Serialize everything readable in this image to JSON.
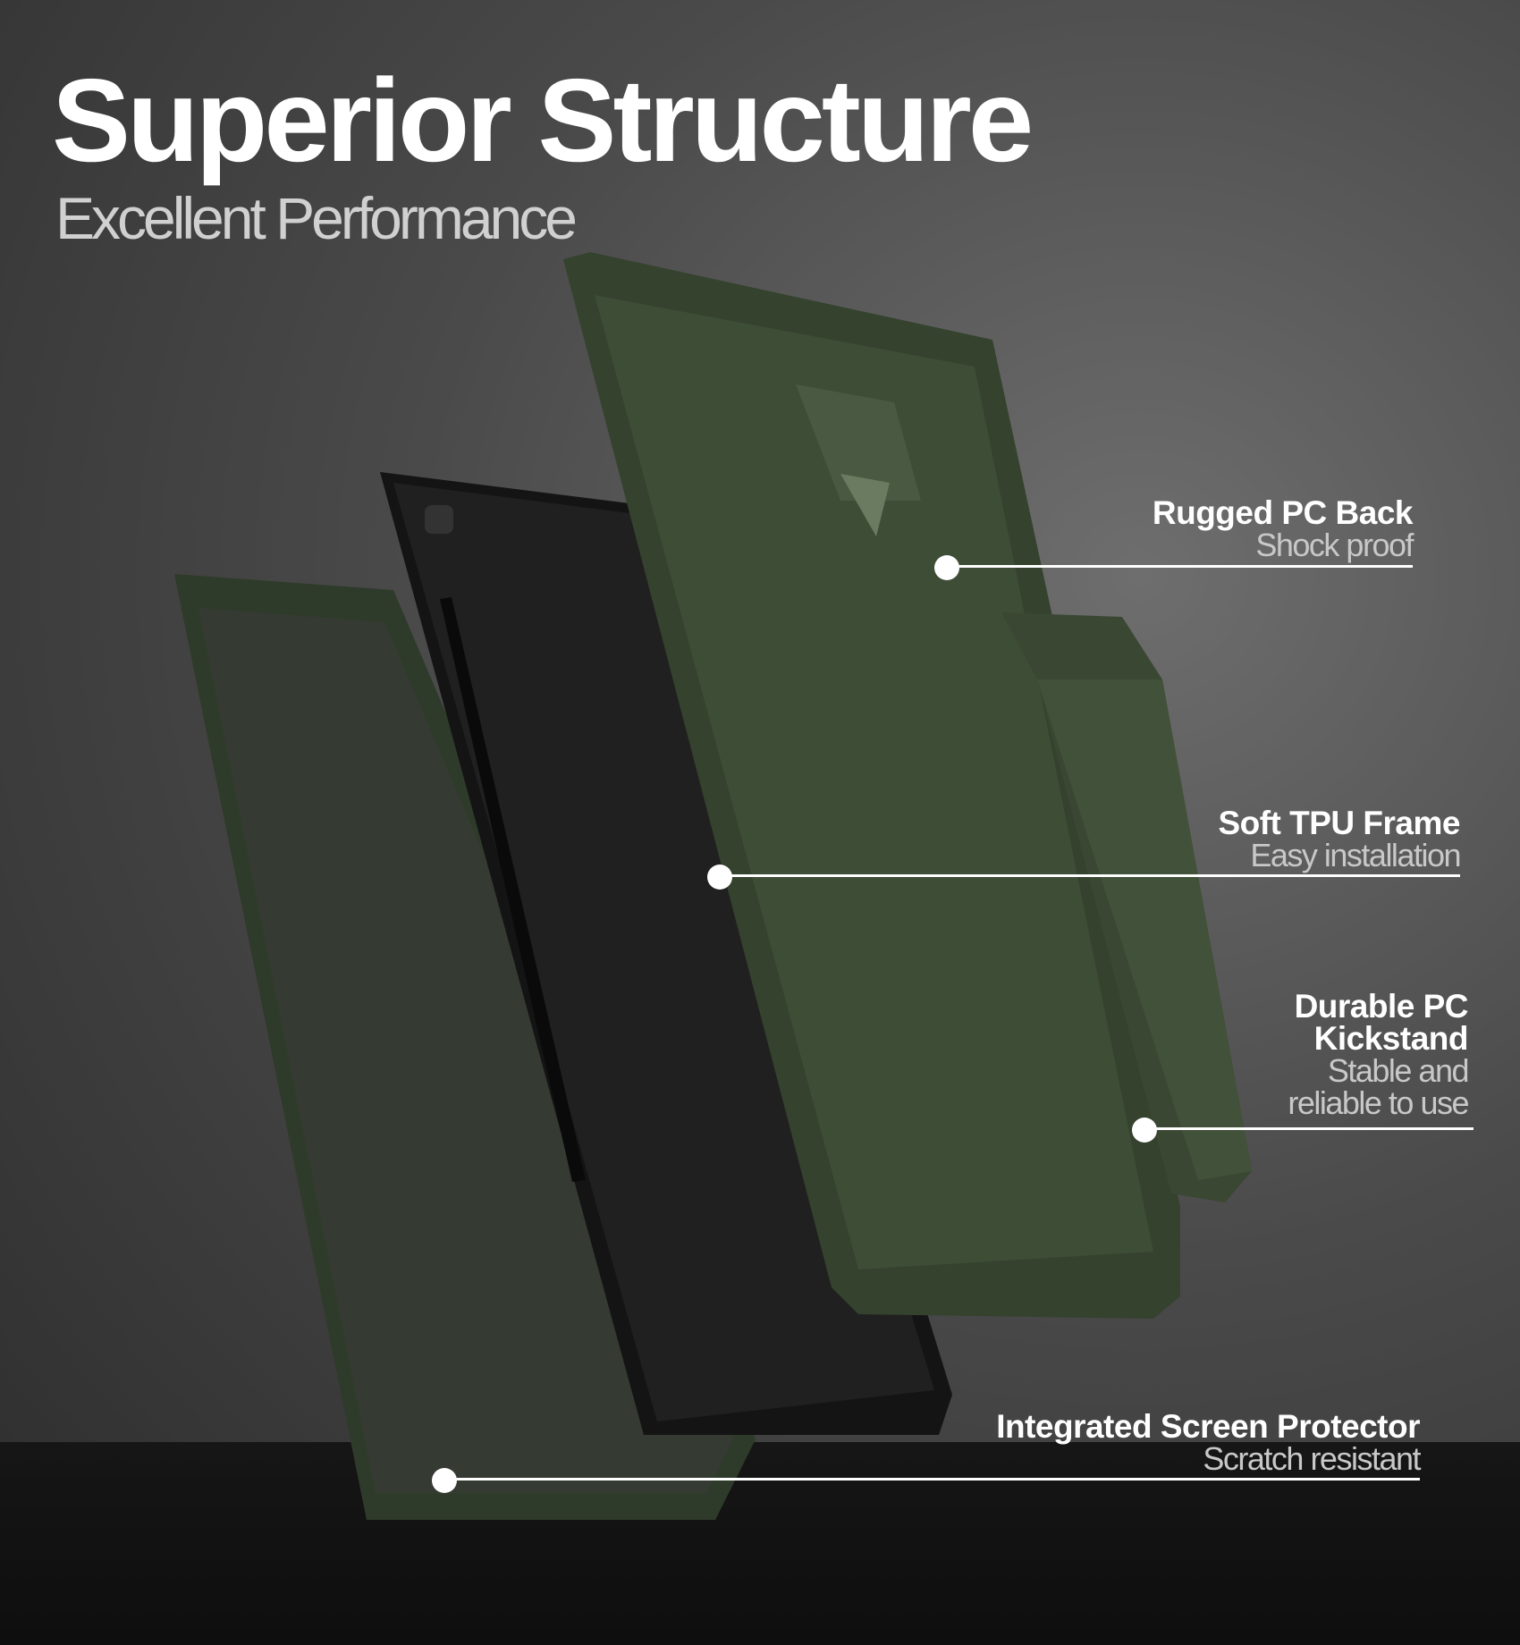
{
  "header": {
    "title": "Superior Structure",
    "subtitle": "Excellent Performance"
  },
  "callouts": [
    {
      "title": "Rugged PC Back",
      "subtitle": "Shock proof"
    },
    {
      "title": "Soft TPU Frame",
      "subtitle": "Easy installation"
    },
    {
      "title_line1": "Durable PC",
      "title_line2": "Kickstand",
      "subtitle_line1": "Stable  and",
      "subtitle_line2": "reliable to use"
    },
    {
      "title": "Integrated Screen Protector",
      "subtitle": "Scratch resistant"
    }
  ],
  "colors": {
    "case_green": "#3b4a33",
    "tablet_black": "#1c1c1c",
    "accent_white": "#ffffff"
  }
}
